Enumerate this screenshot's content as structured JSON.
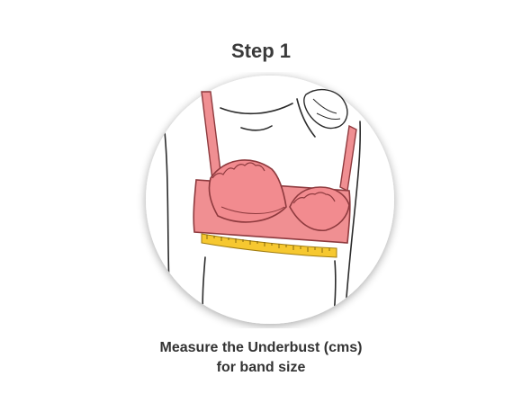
{
  "step": {
    "title": "Step 1"
  },
  "illustration": {
    "icon": "bra-underbust-measuring-tape-icon",
    "colors": {
      "bra": "#f08f92",
      "bra_outline": "#8e3a3e",
      "tape": "#f6c830",
      "circle_shadow": "#d9d9d9",
      "line": "#2b2b2b"
    }
  },
  "caption": {
    "line1": "Measure the Underbust (cms)",
    "line2": "for band size"
  }
}
